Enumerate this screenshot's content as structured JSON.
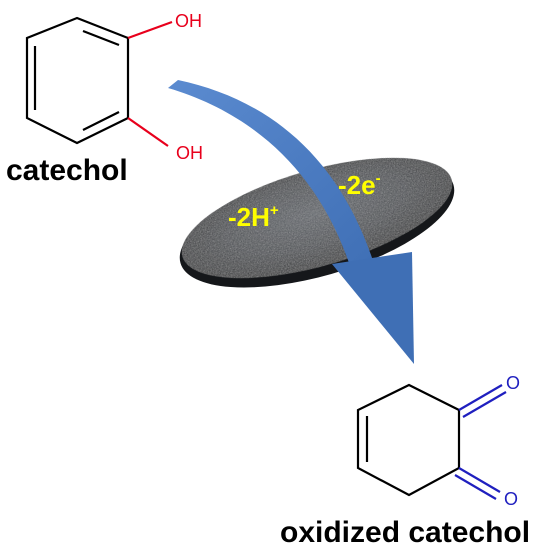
{
  "colors": {
    "bond": "#000000",
    "hydroxyl": "#e8001c",
    "carbonyl": "#1f1fbf",
    "arrow": "#4a7cc2",
    "electrode": "#3a3a3a",
    "reaction_text": "#ffff00"
  },
  "reactant": {
    "name": "catechol",
    "substituent_top": "OH",
    "substituent_bottom": "OH"
  },
  "electrode": {
    "proton_loss": "-2H",
    "proton_sup": "+",
    "electron_loss": "-2e",
    "electron_sup": "-"
  },
  "product": {
    "name": "oxidized catechol",
    "oxygen_top": "O",
    "oxygen_bottom": "O"
  }
}
